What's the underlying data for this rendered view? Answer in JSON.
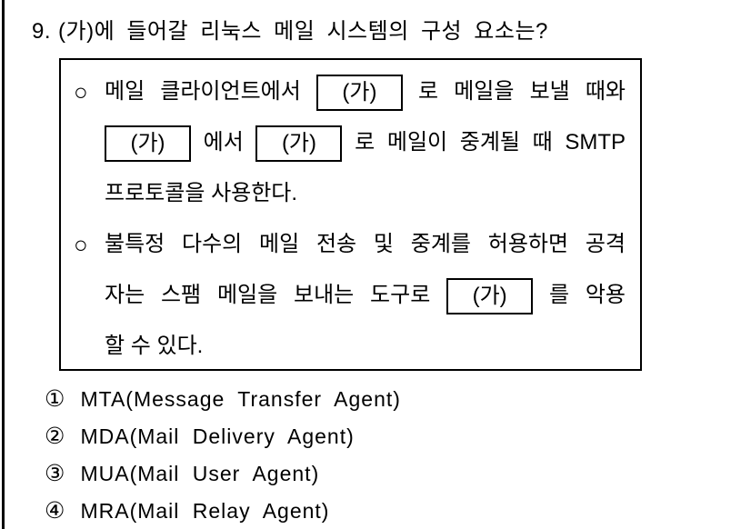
{
  "colors": {
    "background": "#ffffff",
    "text": "#000000",
    "rule": "#000000",
    "box_border": "#000000"
  },
  "question": {
    "number": "9.",
    "text": "(가)에 들어갈 리눅스 메일 시스템의 구성 요소는?"
  },
  "info_box": {
    "bullet_marker": "○",
    "blank_label": "(가)",
    "items": [
      {
        "lines": [
          {
            "segments": [
              "메일 클라이언트에서",
              "(가)",
              "로 메일을 보낼 때와"
            ]
          },
          {
            "segments": [
              "(가)",
              "에서",
              "(가)",
              "로 메일이 중계될 때 SMTP"
            ]
          },
          {
            "segments": [
              "프로토콜을 사용한다."
            ]
          }
        ]
      },
      {
        "lines": [
          {
            "segments": [
              "불특정 다수의 메일 전송 및 중계를 허용하면 공격"
            ]
          },
          {
            "segments": [
              "자는 스팸 메일을 보내는 도구로",
              "(가)",
              "를 악용"
            ]
          },
          {
            "segments": [
              "할 수 있다."
            ]
          }
        ]
      }
    ]
  },
  "choices": [
    {
      "marker": "①",
      "label": "MTA(Message Transfer Agent)"
    },
    {
      "marker": "②",
      "label": "MDA(Mail Delivery Agent)"
    },
    {
      "marker": "③",
      "label": "MUA(Mail User Agent)"
    },
    {
      "marker": "④",
      "label": "MRA(Mail Relay Agent)"
    }
  ]
}
